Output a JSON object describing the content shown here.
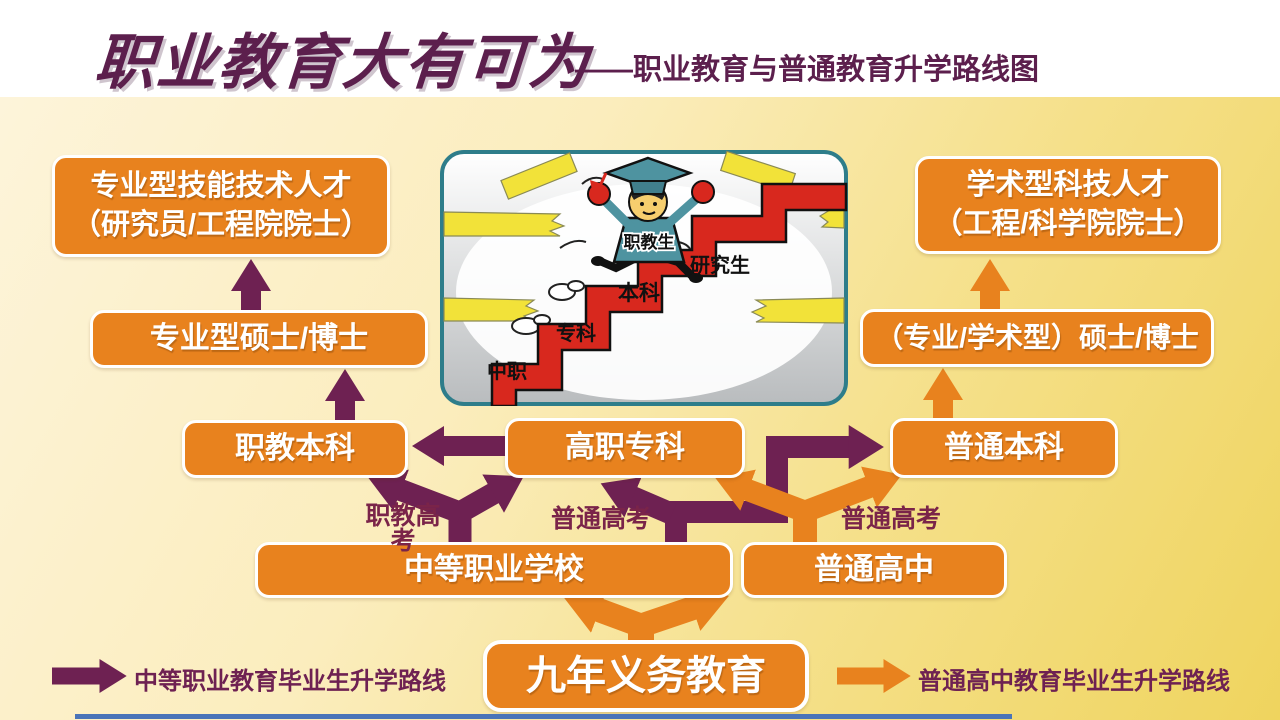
{
  "header": {
    "title": "职业教育大有可为",
    "subtitle": "——职业教育与普通教育升学路线图"
  },
  "nodes": {
    "professional_talent": {
      "lines": [
        "专业型技能技术人才",
        "（研究员/工程院院士）"
      ]
    },
    "professional_master": {
      "label": "专业型硕士/博士"
    },
    "vocational_bachelor": {
      "label": "职教本科"
    },
    "higher_vocational": {
      "label": "高职专科"
    },
    "general_bachelor": {
      "label": "普通本科"
    },
    "mixed_master": {
      "label": "（专业/学术型）硕士/博士"
    },
    "academic_talent": {
      "lines": [
        "学术型科技人才",
        "（工程/科学院院士）"
      ]
    },
    "secondary_vocational": {
      "label": "中等职业学校"
    },
    "general_high_school": {
      "label": "普通高中"
    },
    "nine_year_compulsory": {
      "label": "九年义务教育"
    }
  },
  "path_labels": {
    "vocational_exam": "职教高考",
    "general_exam_left": "普通高考",
    "general_exam_right": "普通高考"
  },
  "legend": {
    "vocational_route": "中等职业教育毕业生升学路线",
    "general_route": "普通高中教育毕业生升学路线"
  },
  "illustration": {
    "step_1": "中职",
    "step_2": "专科",
    "step_3": "本科",
    "step_4": "研究生",
    "chest_badge": "职教生"
  },
  "colors": {
    "maroon_arrow": "#6e2152",
    "orange_box": "#e8821e",
    "title_maroon": "#5c1f4d",
    "exam_label": "#7a2449",
    "background_top": "#fdf4da",
    "background_bottom": "#efd45e",
    "stair_red": "#d8281e",
    "ribbon_yellow": "#f2e239",
    "gown_teal": "#4e93a0",
    "footer_blue": "#4a74b8"
  }
}
